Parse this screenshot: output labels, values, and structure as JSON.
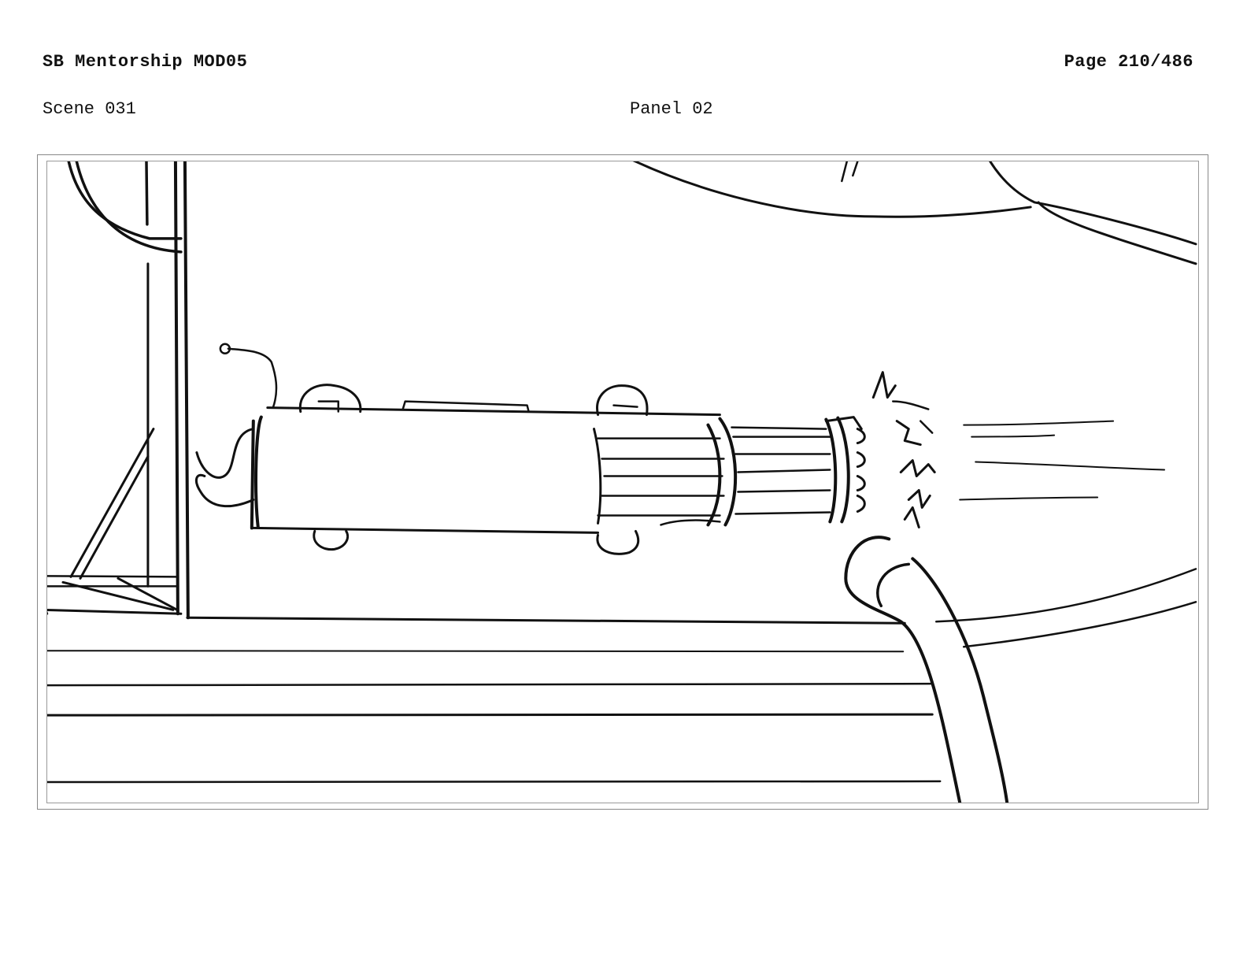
{
  "header": {
    "title": "SB Mentorship MOD05",
    "page": "Page 210/486"
  },
  "panel_info": {
    "scene": "Scene 031",
    "panel": "Panel 02"
  },
  "colors": {
    "ink": "#111111",
    "frame": "#888888",
    "background": "#ffffff"
  }
}
